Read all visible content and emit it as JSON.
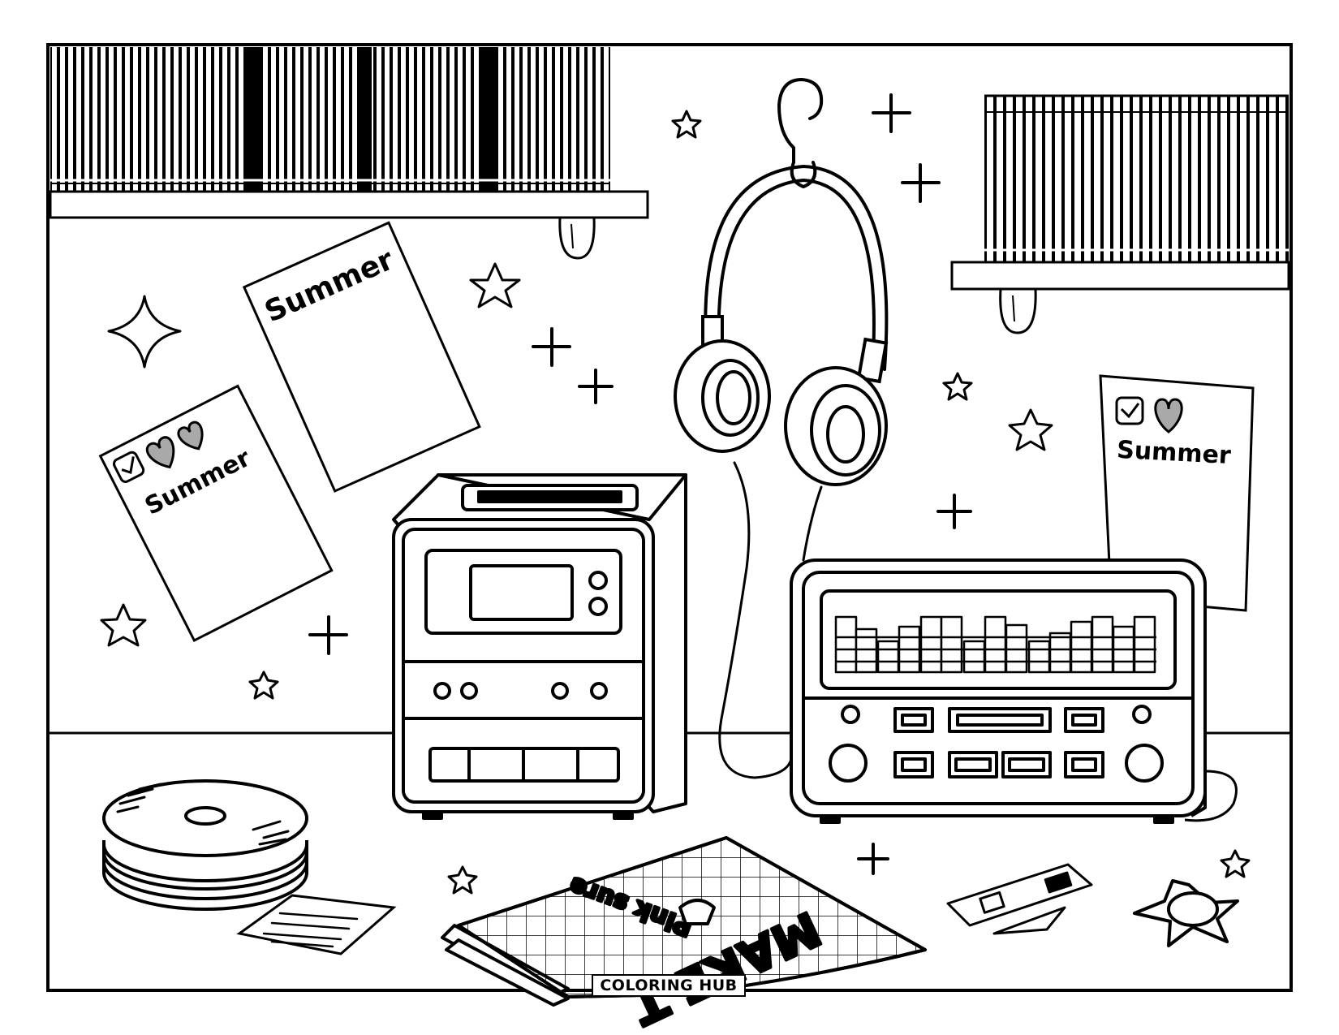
{
  "posters": {
    "left_small": {
      "text": "Summer"
    },
    "left_tall": {
      "text": "Summer"
    },
    "right": {
      "text": "Summer"
    }
  },
  "magazine": {
    "top_text": "Pink sure",
    "big_text": "MAKE T"
  },
  "brand": {
    "label": "COLORING HUB"
  },
  "colors": {
    "ink": "#000000",
    "paper": "#ffffff",
    "gray_fill": "#a9a9a9"
  }
}
